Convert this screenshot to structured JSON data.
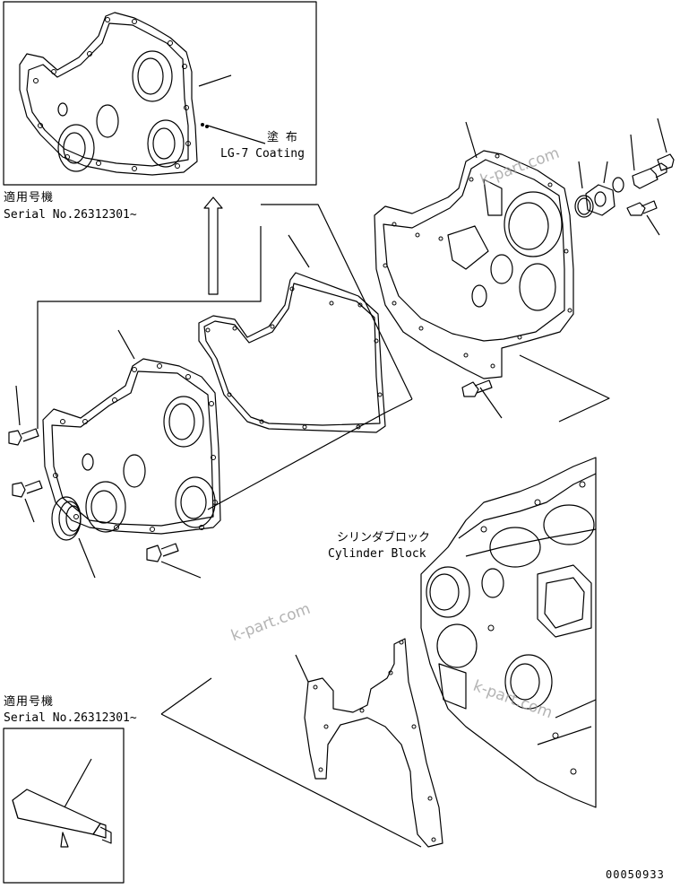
{
  "inset_top": {
    "coating_jp": "塗 布",
    "coating_en": "LG-7 Coating"
  },
  "serial_top": {
    "jp": "適用号機",
    "en": "Serial No.26312301~"
  },
  "cylinder_block": {
    "jp": "シリンダブロック",
    "en": "Cylinder Block"
  },
  "serial_bottom": {
    "jp": "適用号機",
    "en": "Serial No.26312301~"
  },
  "watermarks": [
    "k-part.com",
    "k-part.com",
    "k-part.com"
  ],
  "drawing_number": "00050933"
}
